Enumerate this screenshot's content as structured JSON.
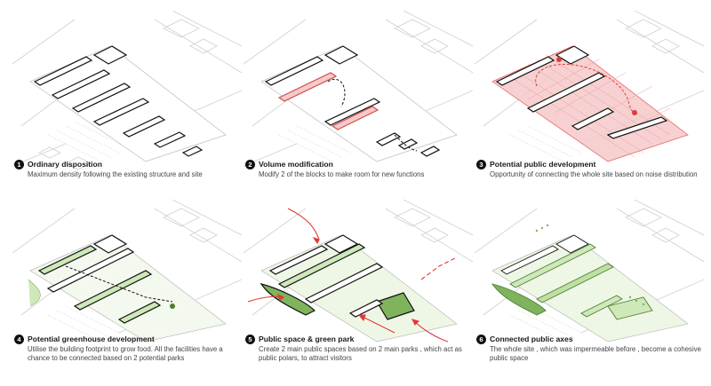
{
  "panels": [
    {
      "number": "1",
      "title": "Ordinary disposition",
      "description": "Maximum density following the existing structure and site"
    },
    {
      "number": "2",
      "title": "Volume modification",
      "description": "Modify 2 of the blocks to make room for new functions"
    },
    {
      "number": "3",
      "title": "Potential public development",
      "description": "Opportunity of connecting the whole site based on noise distribution"
    },
    {
      "number": "4",
      "title": "Potential greenhouse development",
      "description": "Utilise the building footprint to grow food. All the facilities have a chance to be connected based on 2 potential parks"
    },
    {
      "number": "5",
      "title": "Public space & green park",
      "description": "Create 2 main public spaces based on 2 main parks , which act as public polars, to attract visitors"
    },
    {
      "number": "6",
      "title": "Connected public axes",
      "description": "The whole site , which was impermeable before , become a cohesive public space"
    }
  ],
  "colors": {
    "red": "#e23a3a",
    "pink": "#f6c9c9",
    "green": "#cfe8b8",
    "green_dark": "#7fb35c",
    "line": "#111111",
    "context": "#c9c9c9"
  }
}
